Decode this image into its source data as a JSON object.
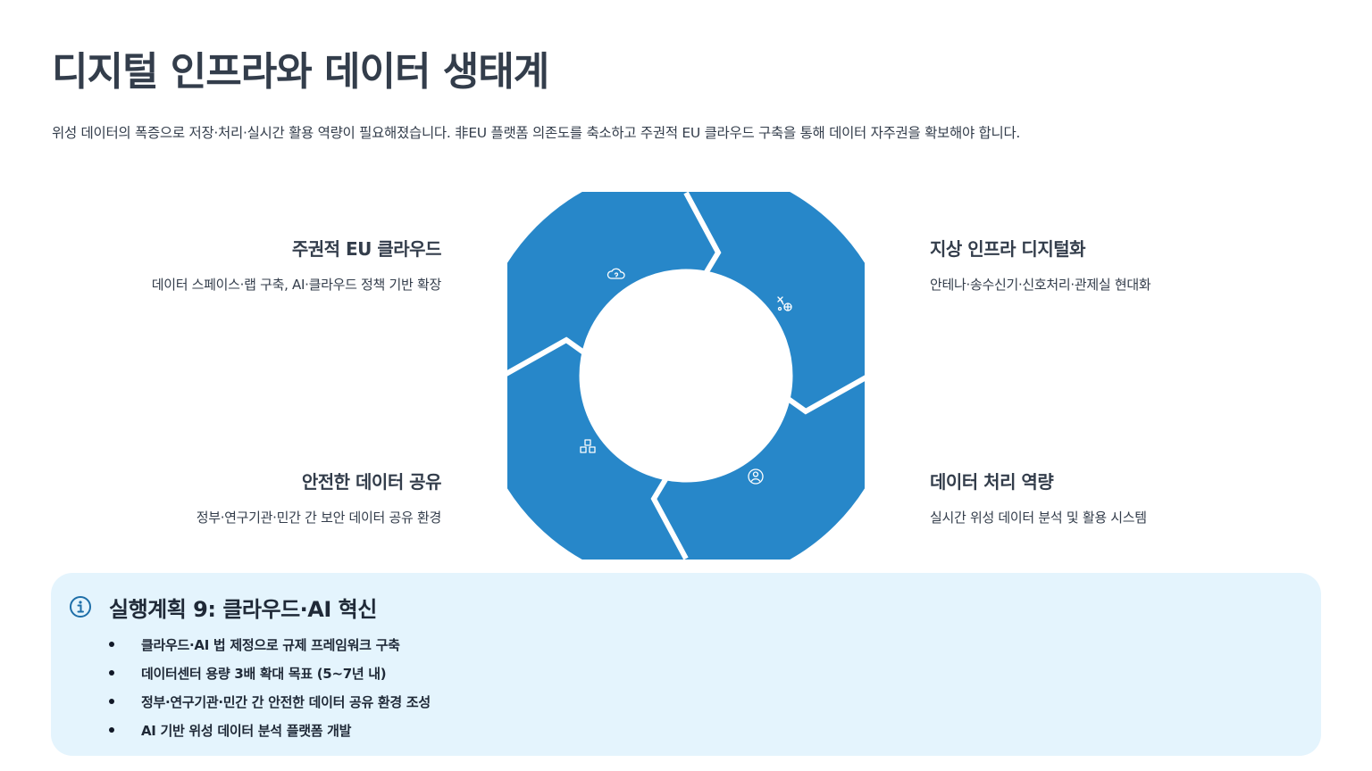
{
  "title": "디지털 인프라와 데이터 생태계",
  "subtitle": "위성 데이터의 폭증으로 저장·처리·실시간 활용 역량이 필요해졌습니다. 非EU 플랫폼 의존도를 축소하고 주권적 EU 클라우드 구축을 통해 데이터 자주권을 확보해야 합니다.",
  "cycle_items": [
    {
      "title": "주권적 EU 클라우드",
      "desc": "데이터 스페이스·랩 구축, AI·클라우드 정책 기반 확장",
      "icon": "cloud-icon"
    },
    {
      "title": "지상 인프라 디지털화",
      "desc": "안테나·송수신기·신호처리·관제실 현대화",
      "icon": "satellite-network-icon"
    },
    {
      "title": "안전한 데이터 공유",
      "desc": "정부·연구기관·민간 간 보안 데이터 공유 환경",
      "icon": "cubes-icon"
    },
    {
      "title": "데이터 처리 역량",
      "desc": "실시간 위성 데이터 분석 및 활용 시스템",
      "icon": "user-circle-icon"
    }
  ],
  "colors": {
    "cycle": "#2787c9",
    "callout_bg": "#e4f4fd",
    "info_icon": "#1d6ea8"
  },
  "callout": {
    "icon": "info-icon",
    "title": "실행계획 9: 클라우드·AI 혁신",
    "items": [
      "클라우드·AI 법 제정으로 규제 프레임워크 구축",
      "데이터센터 용량 3배 확대 목표 (5~7년 내)",
      "정부·연구기관·민간 간 안전한 데이터 공유 환경 조성",
      "AI 기반 위성 데이터 분석 플랫폼 개발"
    ]
  }
}
